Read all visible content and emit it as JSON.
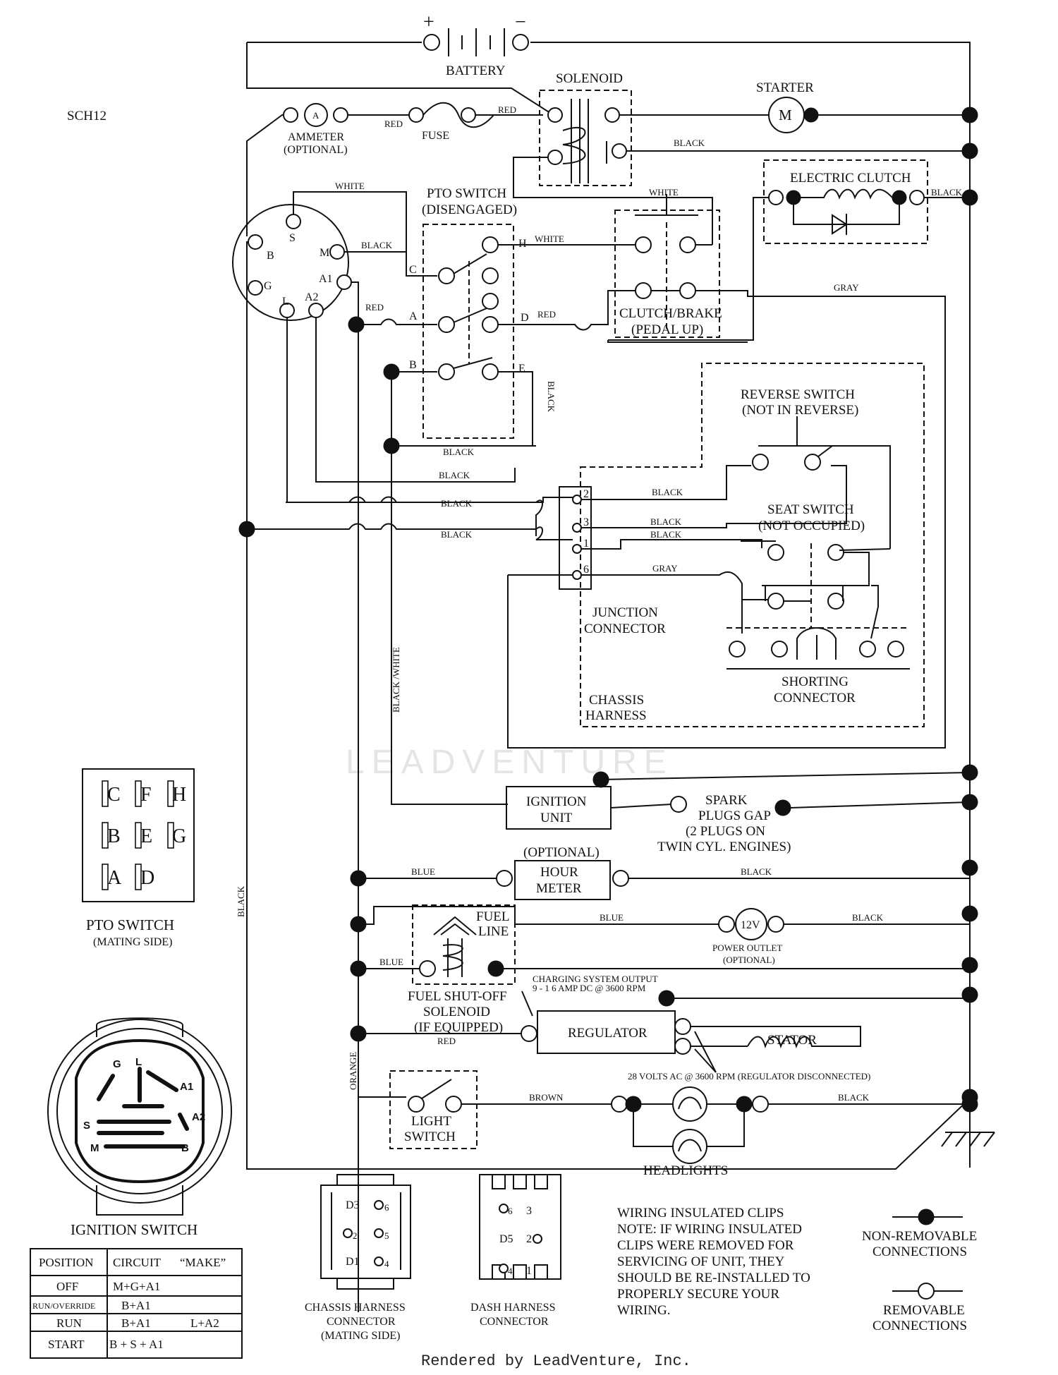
{
  "diagram_id": "SCH12",
  "components": {
    "battery": "BATTERY",
    "solenoid": "SOLENOID",
    "starter": "STARTER",
    "ammeter": "AMMETER",
    "ammeter_note": "(OPTIONAL)",
    "fuse": "FUSE",
    "pto_switch_title": "PTO SWITCH",
    "pto_switch_state": "(DISENGAGED)",
    "electric_clutch": "ELECTRIC CLUTCH",
    "clutch_brake": "CLUTCH/BRAKE",
    "clutch_brake_state": "(PEDAL UP)",
    "reverse_switch": "REVERSE SWITCH",
    "reverse_switch_state": "(NOT IN REVERSE)",
    "seat_switch": "SEAT SWITCH",
    "seat_switch_state": "(NOT OCCUPIED)",
    "junction_connector_1": "JUNCTION",
    "junction_connector_2": "CONNECTOR",
    "shorting_connector_1": "SHORTING",
    "shorting_connector_2": "CONNECTOR",
    "chassis_harness_1": "CHASSIS",
    "chassis_harness_2": "HARNESS",
    "ignition_unit_1": "IGNITION",
    "ignition_unit_2": "UNIT",
    "spark_1": "SPARK",
    "spark_2": "PLUGS GAP",
    "spark_3": "(2 PLUGS ON",
    "spark_4": "TWIN CYL. ENGINES)",
    "hour_meter_note": "(OPTIONAL)",
    "hour_meter_1": "HOUR",
    "hour_meter_2": "METER",
    "fuel_line_1": "FUEL",
    "fuel_line_2": "LINE",
    "power_outlet_value": "12V",
    "power_outlet": "POWER OUTLET",
    "power_outlet_note": "(OPTIONAL)",
    "fuel_solenoid_1": "FUEL SHUT-OFF",
    "fuel_solenoid_2": "SOLENOID",
    "fuel_solenoid_3": "(IF EQUIPPED)",
    "charging_1": "CHARGING SYSTEM OUTPUT",
    "charging_2": "9 - 1 6 AMP DC @ 3600 RPM",
    "regulator": "REGULATOR",
    "stator": "STATOR",
    "stator_note": "28 VOLTS AC @ 3600 RPM (REGULATOR DISCONNECTED)",
    "light_switch_1": "LIGHT",
    "light_switch_2": "SWITCH",
    "headlights": "HEADLIGHTS"
  },
  "wire_colors": {
    "red": "RED",
    "black": "BLACK",
    "white": "WHITE",
    "gray": "GRAY",
    "blue": "BLUE",
    "orange": "ORANGE",
    "brown": "BROWN",
    "black_white": "BLACK /WHITE"
  },
  "terminals": {
    "plus": "+",
    "minus": "−",
    "ammeter_symbol": "A",
    "starter_symbol": "M",
    "S": "S",
    "B": "B",
    "G": "G",
    "L": "L",
    "M": "M",
    "A1": "A1",
    "A2": "A2",
    "C": "C",
    "A": "A",
    "D": "D",
    "E": "E",
    "H": "H",
    "j2": "2",
    "j3": "3",
    "j1": "1",
    "j6": "6"
  },
  "pto_mating": {
    "title": "PTO SWITCH",
    "subtitle": "(MATING SIDE)",
    "pins": [
      "C",
      "F",
      "H",
      "B",
      "E",
      "G",
      "A",
      "D"
    ]
  },
  "ignition_switch": {
    "title": "IGNITION SWITCH",
    "face": [
      "G",
      "L",
      "A1",
      "S",
      "A2",
      "M",
      "B"
    ],
    "table": {
      "headers": [
        "POSITION",
        "CIRCUIT",
        "“MAKE”"
      ],
      "rows": [
        {
          "position": "OFF",
          "circuit": "M+G+A1",
          "make": ""
        },
        {
          "position": "RUN/OVERRIDE",
          "circuit": "B+A1",
          "make": ""
        },
        {
          "position": "RUN",
          "circuit": "B+A1",
          "make": "L+A2"
        },
        {
          "position": "START",
          "circuit": "B + S + A1",
          "make": ""
        }
      ]
    }
  },
  "connectors": {
    "chassis_1": "CHASSIS HARNESS",
    "chassis_2": "CONNECTOR",
    "chassis_3": "(MATING SIDE)",
    "chassis_pins": [
      "D3",
      "6",
      "2",
      "5",
      "D1",
      "4"
    ],
    "dash_1": "DASH HARNESS",
    "dash_2": "CONNECTOR",
    "dash_pins": [
      "6",
      "3",
      "D5",
      "2",
      "4",
      "1"
    ]
  },
  "notes": {
    "line1": "WIRING INSULATED CLIPS",
    "line2": "NOTE:  IF WIRING INSULATED",
    "line3": "CLIPS WERE REMOVED FOR",
    "line4": "SERVICING OF UNIT, THEY",
    "line5": "SHOULD BE RE-INSTALLED TO",
    "line6": "PROPERLY SECURE YOUR",
    "line7": "WIRING."
  },
  "legend": {
    "non_removable_1": "NON-REMOVABLE",
    "non_removable_2": "CONNECTIONS",
    "removable_1": "REMOVABLE",
    "removable_2": "CONNECTIONS"
  },
  "watermark": "LEADVENTURE",
  "credit": "Rendered by LeadVenture, Inc."
}
